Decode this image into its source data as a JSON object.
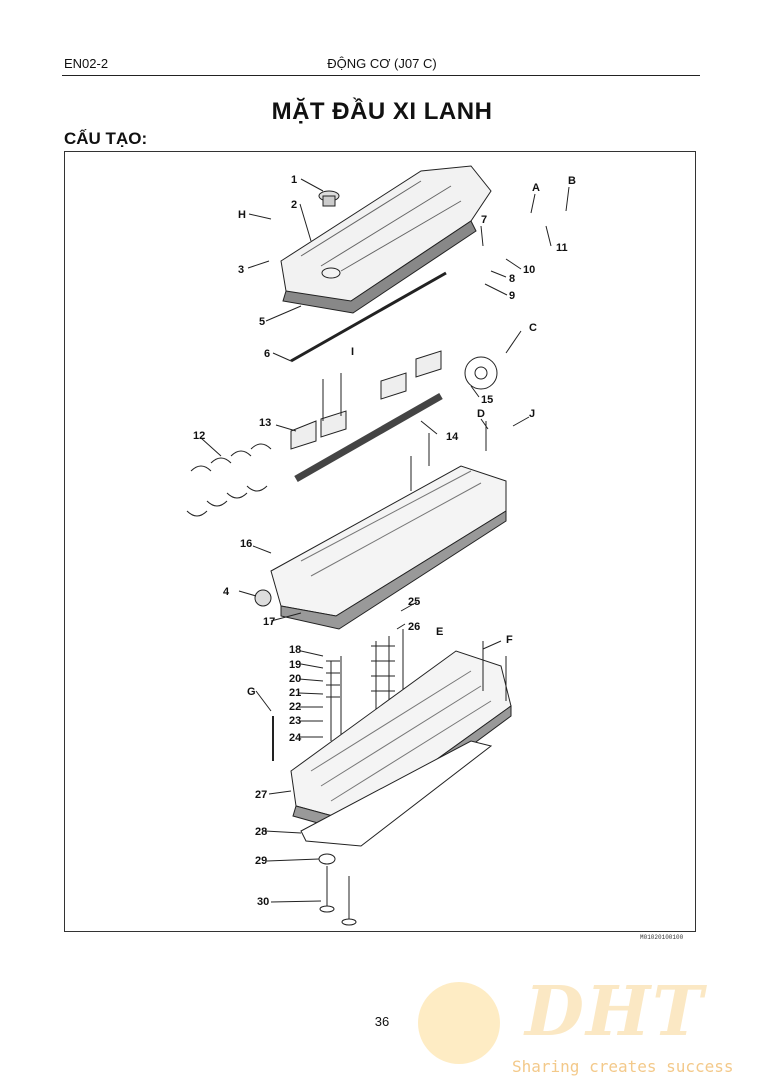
{
  "header": {
    "left": "EN02-2",
    "center": "ĐỘNG CƠ (J07 C)"
  },
  "title": "MẶT ĐẦU XI LANH",
  "section": "CẤU TẠO:",
  "figure": {
    "code": "M01020100100",
    "callouts": [
      "1",
      "2",
      "3",
      "4",
      "5",
      "6",
      "7",
      "8",
      "9",
      "10",
      "11",
      "12",
      "13",
      "14",
      "15",
      "16",
      "17",
      "18",
      "19",
      "20",
      "21",
      "22",
      "23",
      "24",
      "25",
      "26",
      "27",
      "28",
      "29",
      "30",
      "A",
      "B",
      "C",
      "D",
      "E",
      "F",
      "G",
      "H",
      "I",
      "J"
    ]
  },
  "page_number": "36",
  "watermark": {
    "brand": "DHT",
    "tagline": "Sharing creates success"
  }
}
